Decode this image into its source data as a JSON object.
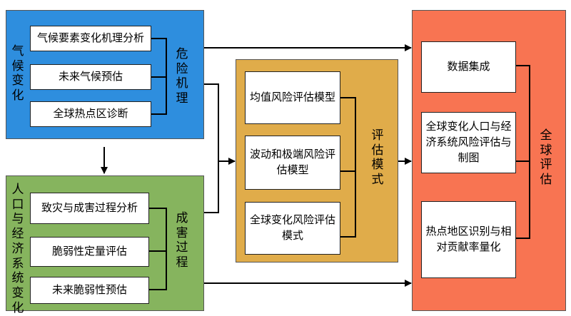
{
  "panels": {
    "climate": {
      "label": "气候变化",
      "boxes": [
        "气候要素变化机理分析",
        "未来气候预估",
        "全球热点区诊断"
      ],
      "side_label": "危险机理",
      "color": "#2e8ede"
    },
    "population": {
      "label": "人口与经济系统变化",
      "boxes": [
        "致灾与成害过程分析",
        "脆弱性定量评估",
        "未来脆弱性预估"
      ],
      "side_label": "成害过程",
      "color": "#86b45e"
    },
    "assessment_models": {
      "boxes": [
        "均值风险评估模型",
        "波动和极端风险评估模型",
        "全球变化风险评估模式"
      ],
      "side_label": "评估模式",
      "color": "#e0ac4a"
    },
    "global_assessment": {
      "boxes": [
        "数据集成",
        "全球变化人口与经济系统风险评估与制图",
        "热点地区识别与相对贡献率量化"
      ],
      "side_label": "全球评估",
      "color": "#f87452"
    }
  }
}
